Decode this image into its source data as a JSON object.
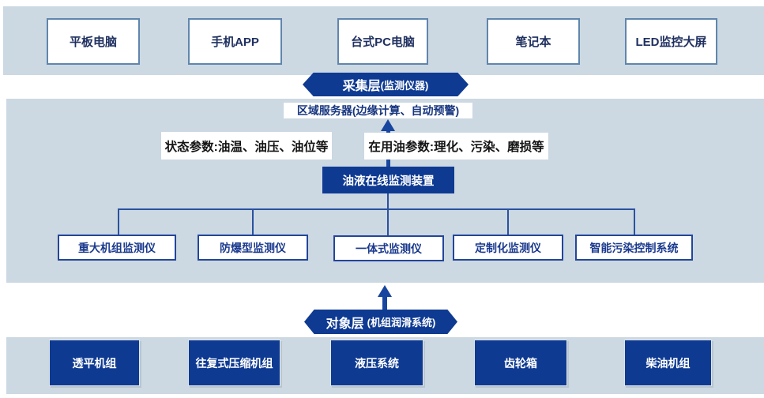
{
  "colors": {
    "band_background": "#ccd8e2",
    "navy_fill": "#0e3a92",
    "connector_line": "#2a52a0",
    "arrow": "#17469e",
    "top_box_border": "#5f86ad",
    "mid_box_border": "#24459a",
    "mid_box_text": "#1b3a8e",
    "label_text": "#141414"
  },
  "top_devices": [
    "平板电脑",
    "手机APP",
    "台式PC电脑",
    "笔记本",
    "LED监控大屏"
  ],
  "collection_layer": {
    "title": "采集层",
    "subtitle": "(监测仪器)"
  },
  "regional_server": "区域服务器(边缘计算、自动预警)",
  "status_params_label": "状态参数:油温、油压、油位等",
  "oil_params_label": "在用油参数:理化、污染、磨损等",
  "online_monitor": "油液在线监测装置",
  "monitor_devices": [
    "重大机组监测仪",
    "防爆型监测仪",
    "一体式监测仪",
    "定制化监测仪",
    "智能污染控制系统"
  ],
  "object_layer": {
    "title": "对象层",
    "subtitle": "(机组润滑系统)"
  },
  "equipment_units": [
    "透平机组",
    "往复式压缩机组",
    "液压系统",
    "齿轮箱",
    "柴油机组"
  ]
}
